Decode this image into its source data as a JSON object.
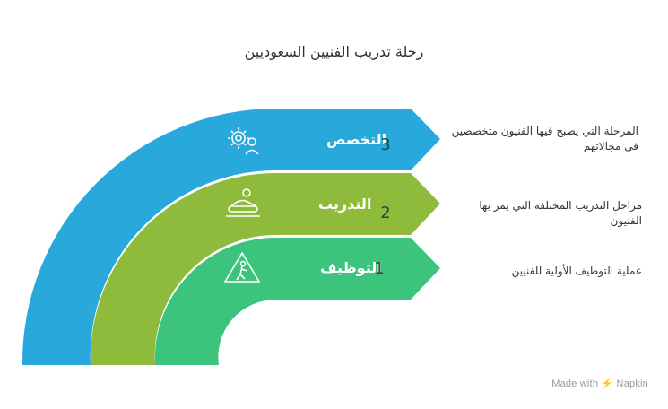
{
  "title": "رحلة تدريب الفنيين السعوديين",
  "stages": [
    {
      "number": "3",
      "label": "التخصص",
      "icon": "gear-person-icon",
      "color": "#29a8dc",
      "description": "المرحلة التي يصبح فيها الفنيون متخصصين في مجالاتهم"
    },
    {
      "number": "2",
      "label": "التدريب",
      "icon": "training-icon",
      "color": "#8fbb3c",
      "description": "مراحل التدريب المختلفة التي يمر بها الفنيون"
    },
    {
      "number": "1",
      "label": "التوظيف",
      "icon": "worker-warning-icon",
      "color": "#3cc47d",
      "description": "عملية التوظيف الأولية للفنيين"
    }
  ],
  "watermark": "Made with ⚡ Napkin"
}
